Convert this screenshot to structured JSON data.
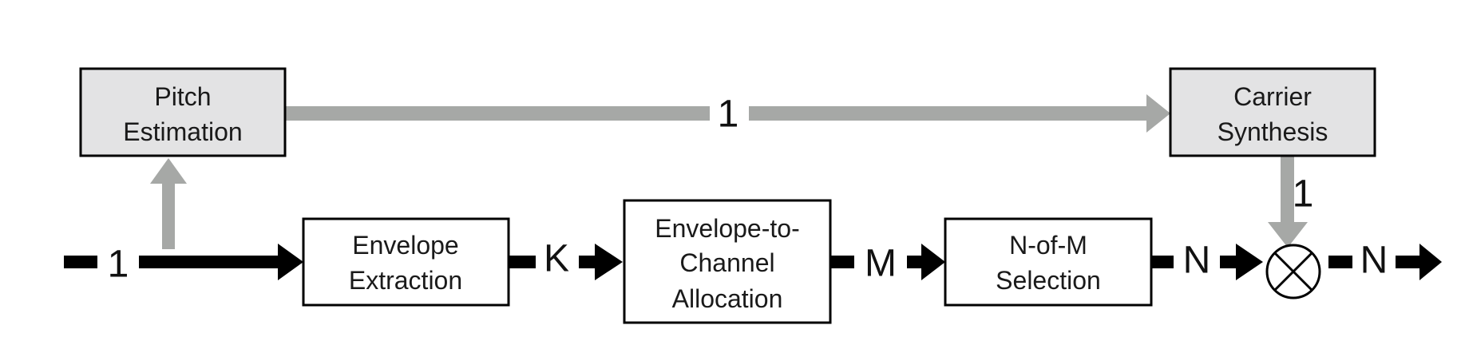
{
  "blocks": {
    "pitch_estimation": {
      "line1": "Pitch",
      "line2": "Estimation"
    },
    "carrier_synthesis": {
      "line1": "Carrier",
      "line2": "Synthesis"
    },
    "envelope_extraction": {
      "line1": "Envelope",
      "line2": "Extraction"
    },
    "envelope_to_channel": {
      "line1": "Envelope-to-",
      "line2": "Channel",
      "line3": "Allocation"
    },
    "n_of_m_selection": {
      "line1": "N-of-M",
      "line2": "Selection"
    }
  },
  "signals": {
    "input": "1",
    "pitch_to_carrier": "1",
    "carrier_to_mixer": "1",
    "after_extraction": "K",
    "after_allocation": "M",
    "after_selection": "N",
    "output": "N"
  },
  "colors": {
    "main_path": "#000000",
    "side_path": "#a6a8a6",
    "shaded_block": "#e3e3e4",
    "plain_block": "#ffffff"
  },
  "icons": {
    "mixer": "multiply-circle-icon"
  }
}
